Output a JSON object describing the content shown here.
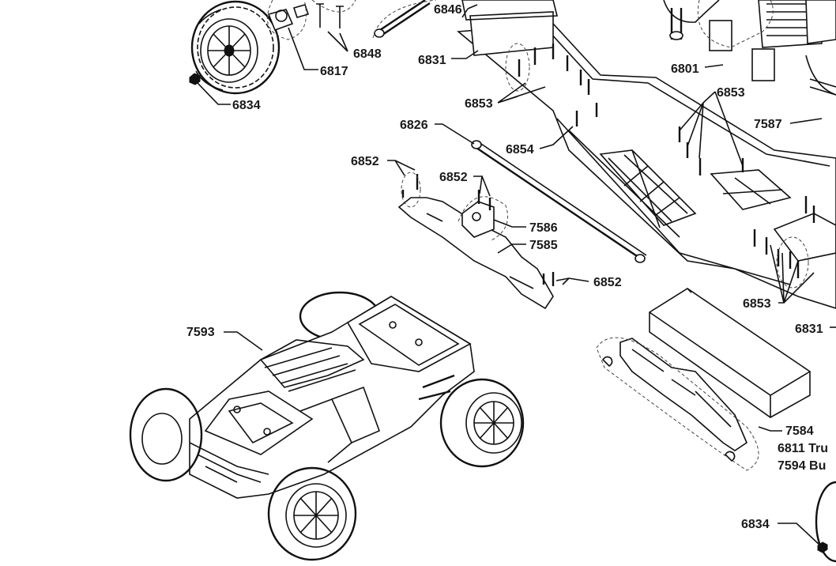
{
  "labels": {
    "p6846": "6846",
    "p6848": "6848",
    "p6817": "6817",
    "p6834_top": "6834",
    "p6831_top": "6831",
    "p6801": "6801",
    "p6853_left": "6853",
    "p6853_right": "6853",
    "p7587": "7587",
    "p6826": "6826",
    "p6854": "6854",
    "p6852_a": "6852",
    "p6852_b": "6852",
    "p7586": "7586",
    "p7585": "7585",
    "p6852_c": "6852",
    "p6853_bottom": "6853",
    "p6831_bottom": "6831",
    "p7593": "7593",
    "p7584": "7584",
    "p6811": "6811 Tru",
    "p7594": "7594 Bu",
    "p6834_bottom": "6834"
  },
  "colors": {
    "line": "#111111",
    "background": "#ffffff",
    "label": "#1a1a1a"
  }
}
